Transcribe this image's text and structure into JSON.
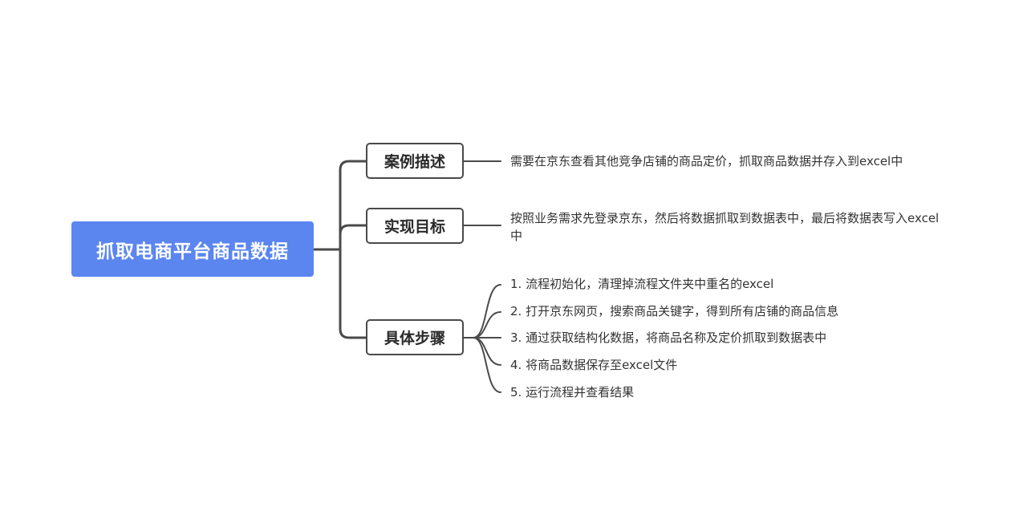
{
  "root": {
    "title": "抓取电商平台商品数据"
  },
  "branches": [
    {
      "label": "案例描述",
      "leaves": [
        "需要在京东查看其他竞争店铺的商品定价，抓取商品数据并存入到excel中"
      ]
    },
    {
      "label": "实现目标",
      "leaves": [
        "按照业务需求先登录京东，然后将数据抓取到数据表中，最后将数据表写入excel中"
      ]
    },
    {
      "label": "具体步骤",
      "leaves": [
        "1. 流程初始化，清理掉流程文件夹中重名的excel",
        "2. 打开京东网页，搜索商品关键字，得到所有店铺的商品信息",
        "3. 通过获取结构化数据，将商品名称及定价抓取到数据表中",
        "4. 将商品数据保存至excel文件",
        "5. 运行流程并查看结果"
      ]
    }
  ],
  "colors": {
    "root_fill": "#5b86f0",
    "line": "#4a4a4a",
    "text": "#333333"
  }
}
